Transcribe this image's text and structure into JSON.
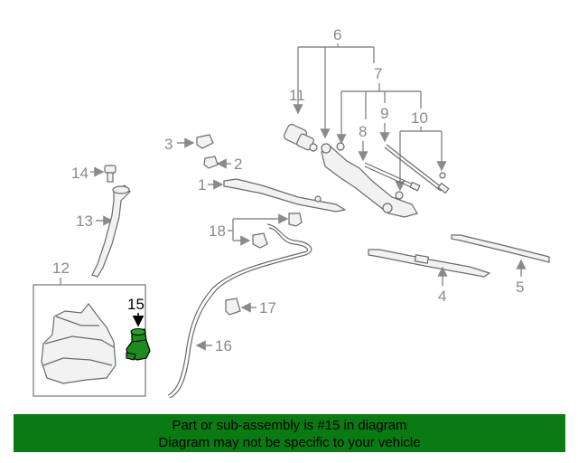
{
  "callouts": {
    "c1": "1",
    "c2": "2",
    "c3": "3",
    "c4": "4",
    "c5": "5",
    "c6": "6",
    "c7": "7",
    "c8": "8",
    "c9": "9",
    "c10": "10",
    "c11": "11",
    "c12": "12",
    "c13": "13",
    "c14": "14",
    "c15": "15",
    "c16": "16",
    "c17": "17",
    "c18": "18"
  },
  "highlight": {
    "part_number": "15",
    "color": "#1f8a1f"
  },
  "footer": {
    "line1": "Part or sub-assembly is #15 in diagram",
    "line2": "Diagram may not be specific to your vehicle",
    "background": "#0a7a12"
  }
}
